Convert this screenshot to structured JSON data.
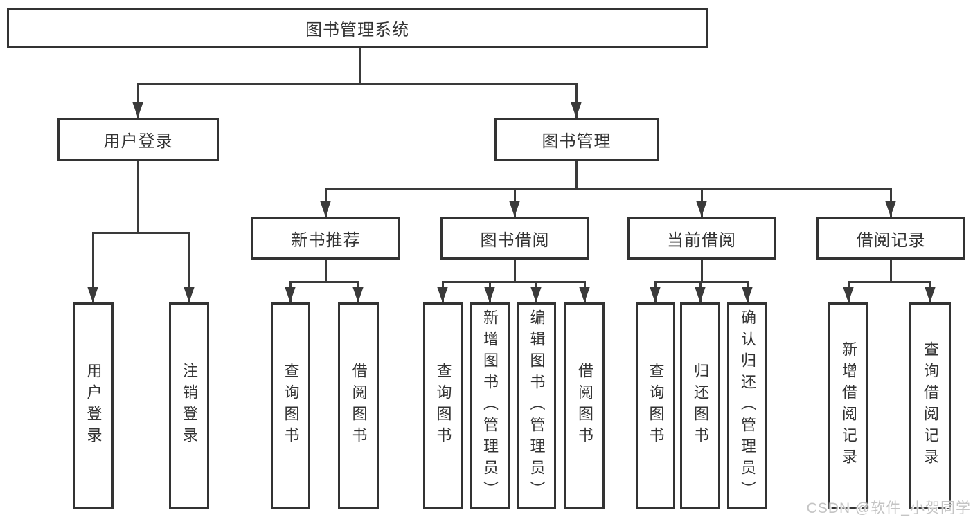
{
  "tree": {
    "root": "图书管理系统",
    "level2": [
      "用户登录",
      "图书管理"
    ],
    "level3": [
      "新书推荐",
      "图书借阅",
      "当前借阅",
      "借阅记录"
    ],
    "leaves": {
      "userLogin": [
        "用户登录",
        "注销登录"
      ],
      "newBooks": [
        "查询图书",
        "借阅图书"
      ],
      "bookBorrow": [
        "查询图书",
        "新增图书（管理员）",
        "编辑图书（管理员）",
        "借阅图书"
      ],
      "currentBorrow": [
        "查询图书",
        "归还图书",
        "确认归还（管理员）"
      ],
      "borrowRecords": [
        "新增借阅记录",
        "查询借阅记录"
      ]
    }
  },
  "watermark": {
    "text": "CSDN @软件_小贺同学"
  },
  "colors": {
    "background": "#ffffff",
    "border": "#333333",
    "line": "#3a3a3a",
    "text": "#333333",
    "watermark": "#c4c4c4"
  }
}
